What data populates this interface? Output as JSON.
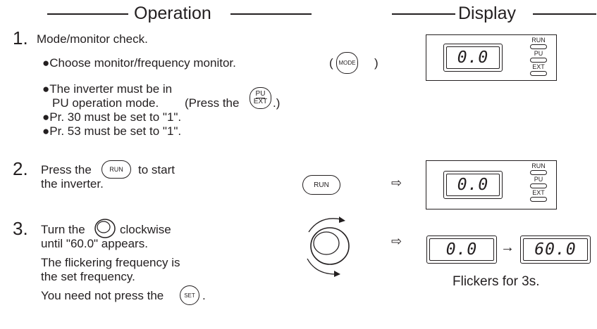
{
  "headers": {
    "operation": "Operation",
    "display": "Display"
  },
  "steps": [
    {
      "number": "1.",
      "text": "Mode/monitor check.",
      "bullets": [
        "●Choose monitor/frequency monitor.",
        "●The inverter must be in",
        "PU operation mode.",
        "(Press the",
        ".)",
        "●Pr. 30 must be set to \"1\".",
        "●Pr. 53 must be set to \"1\"."
      ],
      "paren_open": "(",
      "paren_close": ")",
      "key": "MODE",
      "display_value": "0.0"
    },
    {
      "number": "2.",
      "text_before": "Press the",
      "text_after": "to start",
      "text_line2": "the inverter.",
      "key": "RUN",
      "display_value": "0.0"
    },
    {
      "number": "3.",
      "text_before": "Turn the",
      "text_after": "clockwise",
      "text_line2": "until \"60.0\" appears.",
      "text_line3": "The flickering frequency is",
      "text_line4": "the set frequency.",
      "text_line5": "You need not press the",
      "text_line5_end": ".",
      "key": "SET",
      "display_from": "0.0",
      "display_to": "60.0",
      "arrow": "→",
      "caption": "Flickers for 3s."
    }
  ],
  "pu_key": {
    "top": "PU",
    "bottom": "EXT"
  },
  "indicators": [
    "RUN",
    "PU",
    "EXT"
  ],
  "right_arrow": "⇨"
}
